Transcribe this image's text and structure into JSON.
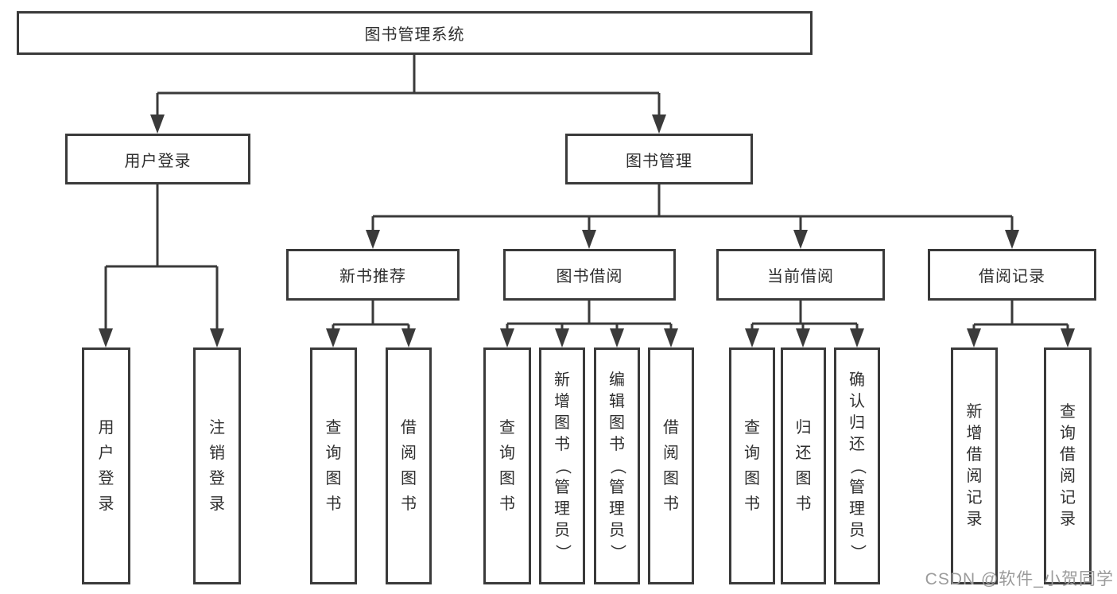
{
  "diagram": {
    "title": "图书管理系统",
    "root": {
      "label": "图书管理系统"
    },
    "level1": [
      {
        "id": "user-login",
        "label": "用户登录"
      },
      {
        "id": "book-management",
        "label": "图书管理"
      }
    ],
    "level2": [
      {
        "id": "new-book-recommend",
        "label": "新书推荐",
        "parent": "book-management"
      },
      {
        "id": "book-borrowing",
        "label": "图书借阅",
        "parent": "book-management"
      },
      {
        "id": "current-borrowing",
        "label": "当前借阅",
        "parent": "book-management"
      },
      {
        "id": "borrowing-records",
        "label": "借阅记录",
        "parent": "book-management"
      }
    ],
    "leaves": [
      {
        "id": "leaf-user-login",
        "label": "用户登录",
        "parent": "user-login"
      },
      {
        "id": "leaf-logout",
        "label": "注销登录",
        "parent": "user-login"
      },
      {
        "id": "leaf-query-books-recommend",
        "label": "查询图书",
        "parent": "new-book-recommend"
      },
      {
        "id": "leaf-borrow-books-recommend",
        "label": "借阅图书",
        "parent": "new-book-recommend"
      },
      {
        "id": "leaf-query-books-borrowing",
        "label": "查询图书",
        "parent": "book-borrowing"
      },
      {
        "id": "leaf-add-book-admin",
        "label": "新增图书（管理员）",
        "parent": "book-borrowing"
      },
      {
        "id": "leaf-edit-book-admin",
        "label": "编辑图书（管理员）",
        "parent": "book-borrowing"
      },
      {
        "id": "leaf-borrow-books-borrowing",
        "label": "借阅图书",
        "parent": "book-borrowing"
      },
      {
        "id": "leaf-query-books-current",
        "label": "查询图书",
        "parent": "current-borrowing"
      },
      {
        "id": "leaf-return-book",
        "label": "归还图书",
        "parent": "current-borrowing"
      },
      {
        "id": "leaf-confirm-return-admin",
        "label": "确认归还（管理员）",
        "parent": "current-borrowing"
      },
      {
        "id": "leaf-add-borrow-record",
        "label": "新增借阅记录",
        "parent": "borrowing-records"
      },
      {
        "id": "leaf-query-borrow-record",
        "label": "查询借阅记录",
        "parent": "borrowing-records"
      }
    ]
  },
  "watermark": {
    "text": "CSDN @软件_小贺同学"
  },
  "colors": {
    "line": "#3a3a3a",
    "text": "#2f2f2f",
    "box_background": "#ffffff",
    "page_background": "#ffffff",
    "watermark": "#9b9b9b"
  }
}
